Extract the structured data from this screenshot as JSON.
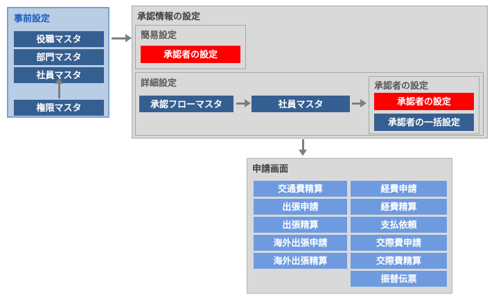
{
  "palette": {
    "presetup_fill": "#B9CDE5",
    "presetup_border": "#7CA1D6",
    "presetup_title_color": "#1B5EBE",
    "navy_button": "#365F91",
    "red_button": "#FF0000",
    "blue_button": "#6E9BDF",
    "group_fill": "#D9D9D9",
    "group_border": "#A6A6A6",
    "arrow_color": "#7F7F7F"
  },
  "presetup": {
    "title": "事前設定",
    "buttons": [
      "役職マスタ",
      "部門マスタ",
      "社員マスタ"
    ],
    "bottom_button": "権限マスタ"
  },
  "approval": {
    "title": "承認情報の設定",
    "simple": {
      "title": "簡易設定",
      "approver_button": "承認者の設定"
    },
    "detail": {
      "title": "詳細設定",
      "flow_button": "承認フローマスタ",
      "employee_button": "社員マスタ"
    },
    "approver": {
      "title": "承認者の設定",
      "set_button": "承認者の設定",
      "bulk_button": "承認者の一括設定"
    }
  },
  "application": {
    "title": "申請画面",
    "left_buttons": [
      "交通費精算",
      "出張申請",
      "出張精算",
      "海外出張申請",
      "海外出張精算"
    ],
    "right_buttons": [
      "経費申請",
      "経費精算",
      "支払依頼",
      "交際費申請",
      "交際費精算",
      "振替伝票"
    ]
  }
}
